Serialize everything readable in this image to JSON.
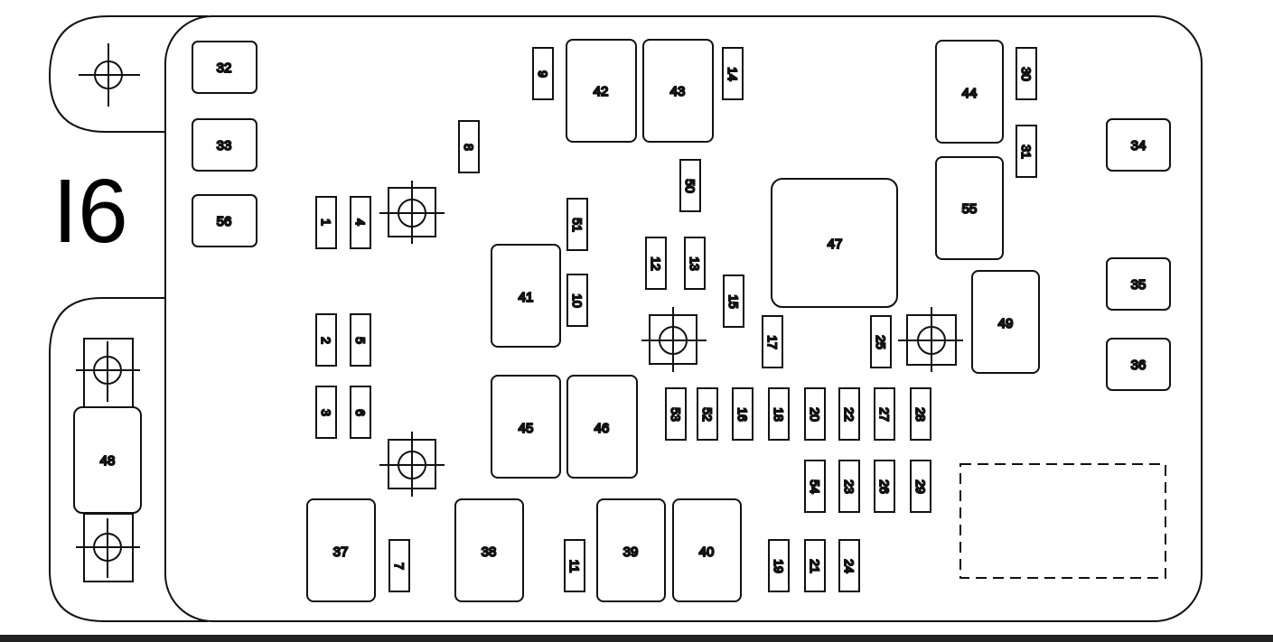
{
  "diagram": {
    "panel_label": "I6",
    "colors": {
      "line": "#111111",
      "background": "#ffffff",
      "bottom_bar": "#222222"
    },
    "components": {
      "c1": "1",
      "c2": "2",
      "c3": "3",
      "c4": "4",
      "c5": "5",
      "c6": "6",
      "c7": "7",
      "c8": "8",
      "c9": "9",
      "c10": "10",
      "c11": "11",
      "c12": "12",
      "c13": "13",
      "c14": "14",
      "c15": "15",
      "c16": "16",
      "c17": "17",
      "c18": "18",
      "c19": "19",
      "c20": "20",
      "c21": "21",
      "c22": "22",
      "c23": "23",
      "c24": "24",
      "c25": "25",
      "c26": "26",
      "c27": "27",
      "c28": "28",
      "c29": "29",
      "c30": "30",
      "c31": "31",
      "c32": "32",
      "c33": "33",
      "c34": "34",
      "c35": "35",
      "c36": "36",
      "c37": "37",
      "c38": "38",
      "c39": "39",
      "c40": "40",
      "c41": "41",
      "c42": "42",
      "c43": "43",
      "c44": "44",
      "c45": "45",
      "c46": "46",
      "c47": "47",
      "c48": "48",
      "c49": "49",
      "c50": "50",
      "c51": "51",
      "c52": "52",
      "c53": "53",
      "c54": "54",
      "c55": "55",
      "c56": "56"
    }
  }
}
